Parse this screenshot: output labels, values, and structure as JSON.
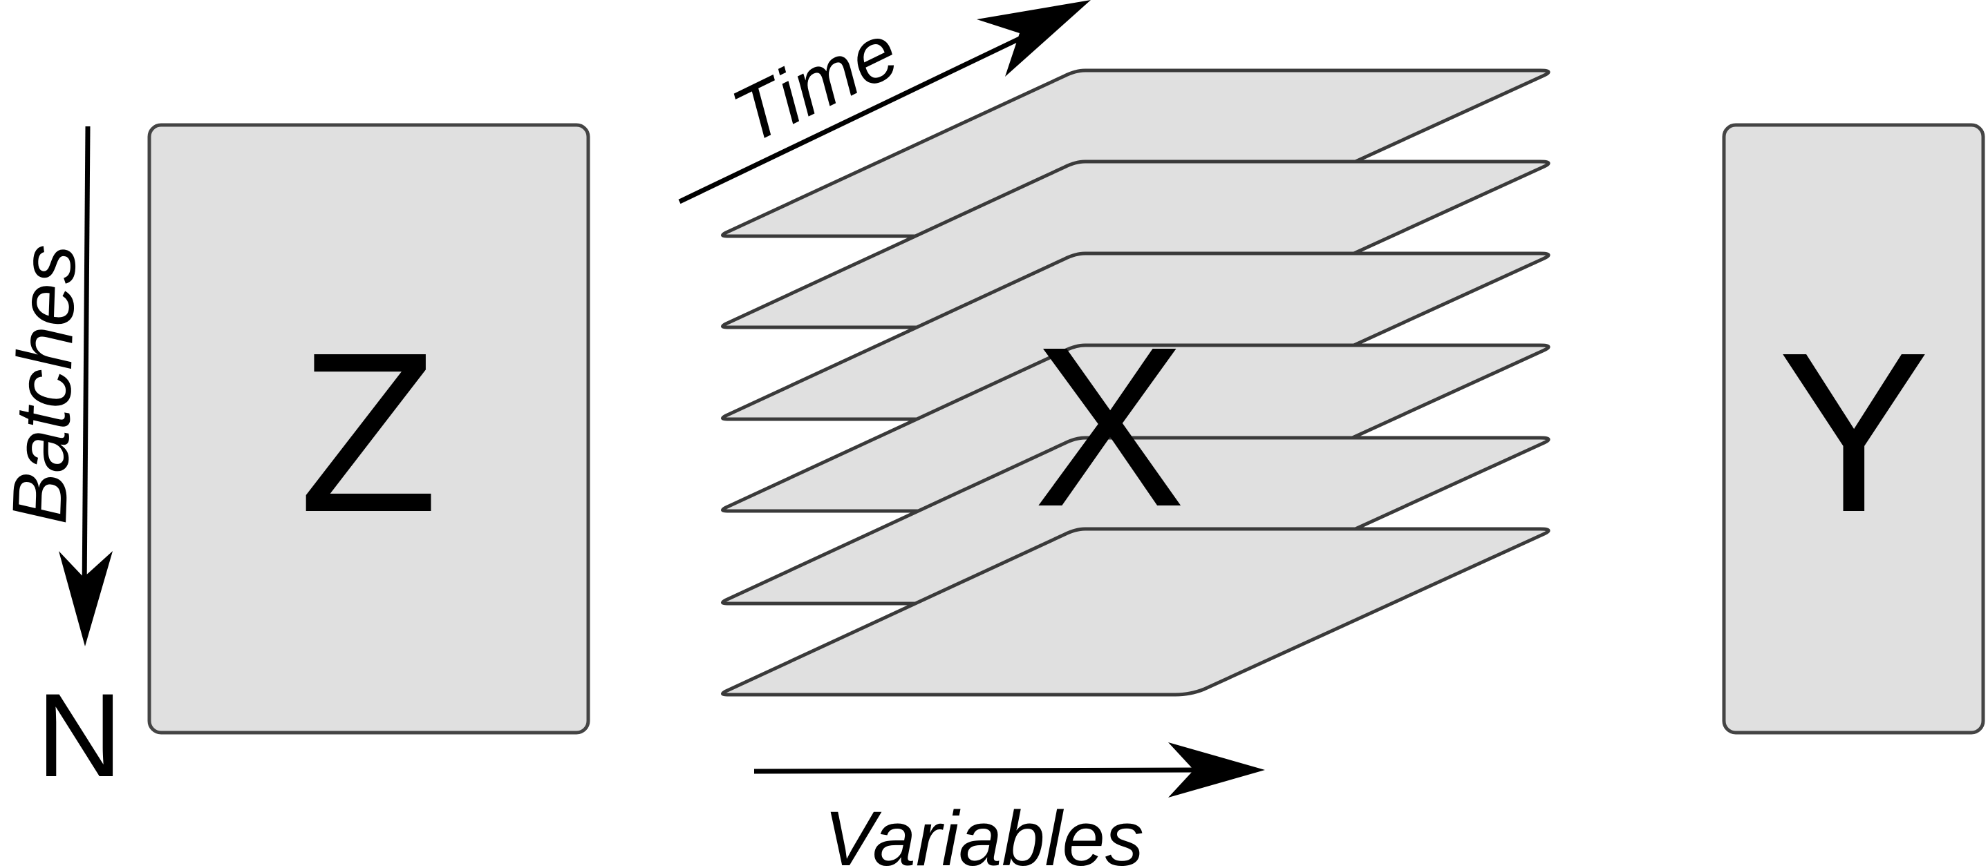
{
  "labels": {
    "time": "Time",
    "batches": "Batches",
    "variables": "Variables",
    "n": "N"
  },
  "blocks": {
    "z": "Z",
    "x": "X",
    "y": "Y"
  },
  "stack": {
    "sheet_count": 6
  },
  "colors": {
    "block_fill": "#e0e0e0",
    "block_stroke": "#444444",
    "arrow": "#000000",
    "text": "#000000"
  }
}
